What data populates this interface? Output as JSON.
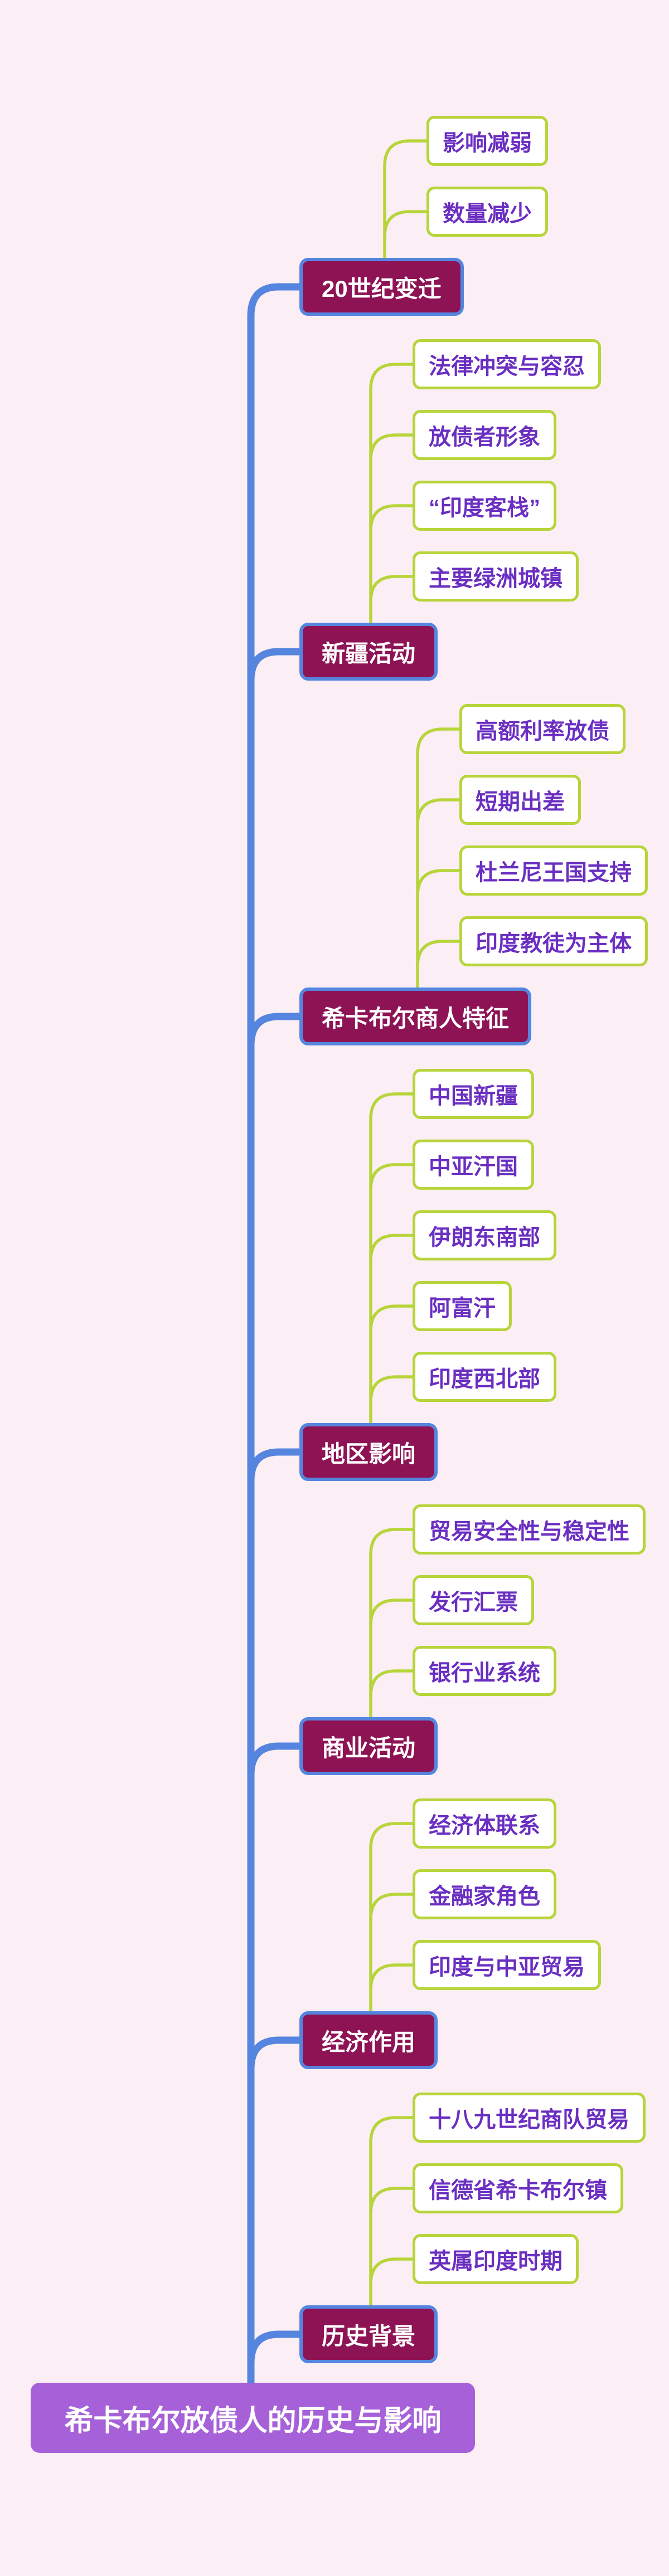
{
  "title": "希卡布尔放债人的历史与影响",
  "root": {
    "label": "希卡布尔放债人的历史与影响"
  },
  "branches": [
    {
      "label": "20世纪变迁",
      "children": [
        "影响减弱",
        "数量减少"
      ]
    },
    {
      "label": "新疆活动",
      "children": [
        "法律冲突与容忍",
        "放债者形象",
        "“印度客栈”",
        "主要绿洲城镇"
      ]
    },
    {
      "label": "希卡布尔商人特征",
      "children": [
        "高额利率放债",
        "短期出差",
        "杜兰尼王国支持",
        "印度教徒为主体"
      ]
    },
    {
      "label": "地区影响",
      "children": [
        "中国新疆",
        "中亚汗国",
        "伊朗东南部",
        "阿富汗",
        "印度西北部"
      ]
    },
    {
      "label": "商业活动",
      "children": [
        "贸易安全性与稳定性",
        "发行汇票",
        "银行业系统"
      ]
    },
    {
      "label": "经济作用",
      "children": [
        "经济体联系",
        "金融家角色",
        "印度与中亚贸易"
      ]
    },
    {
      "label": "历史背景",
      "children": [
        "十八九世纪商队贸易",
        "信德省希卡布尔镇",
        "英属印度时期"
      ]
    }
  ],
  "colors": {
    "background": "#fceef5",
    "trunk_blue": "#5585de",
    "branch_fill": "#8e1355",
    "branch_border": "#5585de",
    "branch_text": "#ffffff",
    "leaf_fill": "#ffffff",
    "leaf_border": "#b7d53a",
    "leaf_text": "#6a2ec1",
    "connector_green": "#b7d53a",
    "root_fill": "#a661d9",
    "root_text": "#ffffff"
  }
}
